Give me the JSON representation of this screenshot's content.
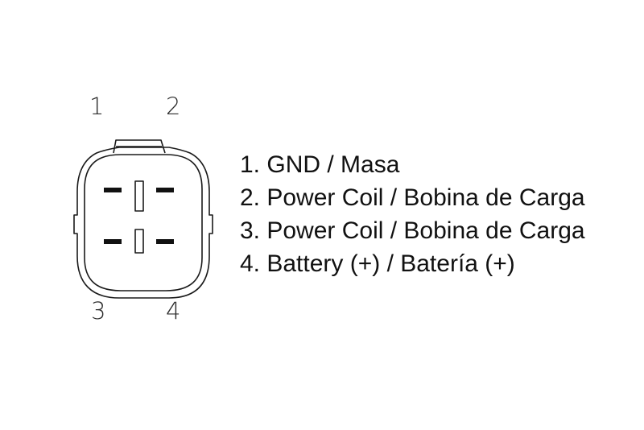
{
  "pin_numbers": [
    "1",
    "2",
    "3",
    "4"
  ],
  "legend": [
    "1. GND / Masa",
    "2. Power Coil / Bobina de Carga",
    "3. Power Coil / Bobina de Carga",
    "4. Battery (+) / Batería (+)"
  ],
  "colors": {
    "outline": "#1a1a1a",
    "contact": "#111111",
    "text": "#111111"
  }
}
